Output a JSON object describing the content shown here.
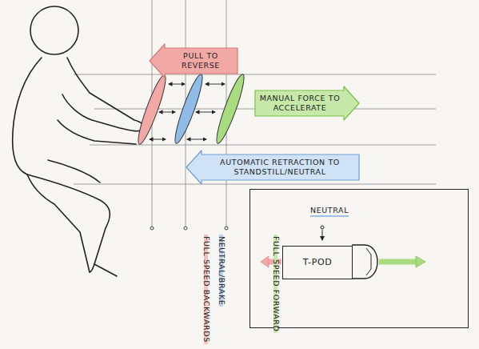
{
  "diagram": {
    "nodes": [
      {
        "text": [
          "PULL TO REVERSE"
        ]
      },
      {
        "text": [
          "MANUAL FORCE TO ACCELERATE"
        ]
      },
      {
        "text": [
          "AUTOMATIC RETRACTION TO STANDSTILL/NEUTRAL"
        ]
      },
      {
        "text": [
          "NEUTRAL"
        ]
      },
      {
        "text": [
          "T-POD"
        ],
        "in": 3
      }
    ],
    "labels": [
      "FULL SPEED BACKWARDS",
      "NEUTRAL/BRAKE",
      "FULL SPEED FORWARD"
    ]
  }
}
